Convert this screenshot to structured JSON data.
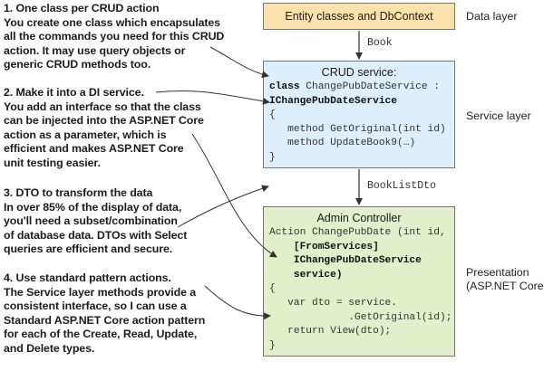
{
  "notes": [
    {
      "lines": [
        "1. One class per CRUD action",
        "You create one class which encapsulates",
        "all the commands you need for this CRUD",
        "action. It may use query objects or",
        "generic CRUD methods too."
      ]
    },
    {
      "lines": [
        "2. Make it into a DI service.",
        "You add an interface so that the class",
        "can be injected into the ASP.NET Core",
        "action as a parameter, which is",
        "efficient and makes ASP.NET Core",
        "unit testing easier."
      ]
    },
    {
      "lines": [
        "3. DTO to transform the data",
        "In over 85% of the display of data,",
        "you'll need a subset/combination",
        "of database data. DTOs with Select",
        "queries are efficient and secure."
      ]
    },
    {
      "lines": [
        "4. Use standard pattern actions.",
        "The Service layer methods provide a",
        "consistent interface, so I can use a",
        "Standard ASP.NET Core action pattern",
        "for each of the Create, Read, Update,",
        "and Delete types."
      ]
    }
  ],
  "entity_box": {
    "label": "Entity classes and DbContext"
  },
  "flow_labels": {
    "book": "Book",
    "book_list_dto": "BookListDto"
  },
  "crud_box": {
    "title": "CRUD service:",
    "code": {
      "kw_class": "class",
      "class_name": " ChangePubDateService :",
      "interface": "IChangePubDateService",
      "open_brace": "{",
      "method1": "   method GetOriginal(int id)",
      "method2": "   method UpdateBook9(…)",
      "close_brace": "}"
    }
  },
  "admin_box": {
    "title": "Admin Controller",
    "code": {
      "line1": "Action ChangePubDate (int id,",
      "attr": "    [FromServices]",
      "param1": "    IChangePubDateService",
      "param2": "    service)",
      "open_brace": "{",
      "line3": "   var dto = service.",
      "line4": "             .GetOriginal(id);",
      "line5": "   return View(dto);",
      "close_brace": "}"
    }
  },
  "layers": {
    "data": "Data layer",
    "service": "Service layer",
    "presentation_1": "Presentation",
    "presentation_2": "(ASP.NET Core)"
  }
}
